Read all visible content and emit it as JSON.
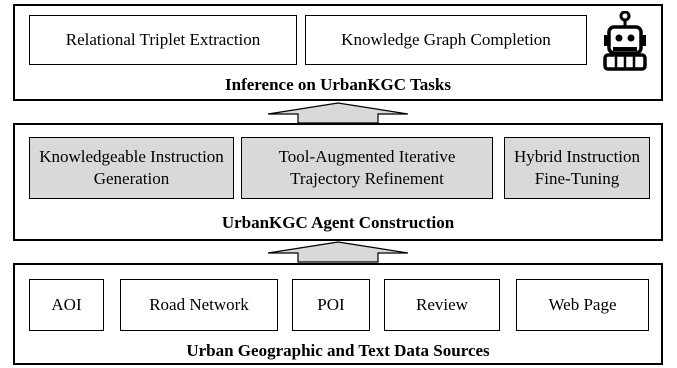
{
  "top_panel": {
    "boxes": [
      "Relational Triplet Extraction",
      "Knowledge Graph Completion"
    ],
    "caption": "Inference on UrbanKGC Tasks",
    "icon": "robot-icon"
  },
  "middle_panel": {
    "boxes": [
      "Knowledgeable Instruction Generation",
      "Tool-Augmented Iterative Trajectory Refinement",
      "Hybrid Instruction Fine-Tuning"
    ],
    "caption": "UrbanKGC Agent Construction"
  },
  "bottom_panel": {
    "boxes": [
      "AOI",
      "Road Network",
      "POI",
      "Review",
      "Web Page"
    ],
    "caption": "Urban Geographic and Text Data Sources"
  },
  "colors": {
    "box_fill": "#d9d9d9",
    "border": "#000000"
  }
}
